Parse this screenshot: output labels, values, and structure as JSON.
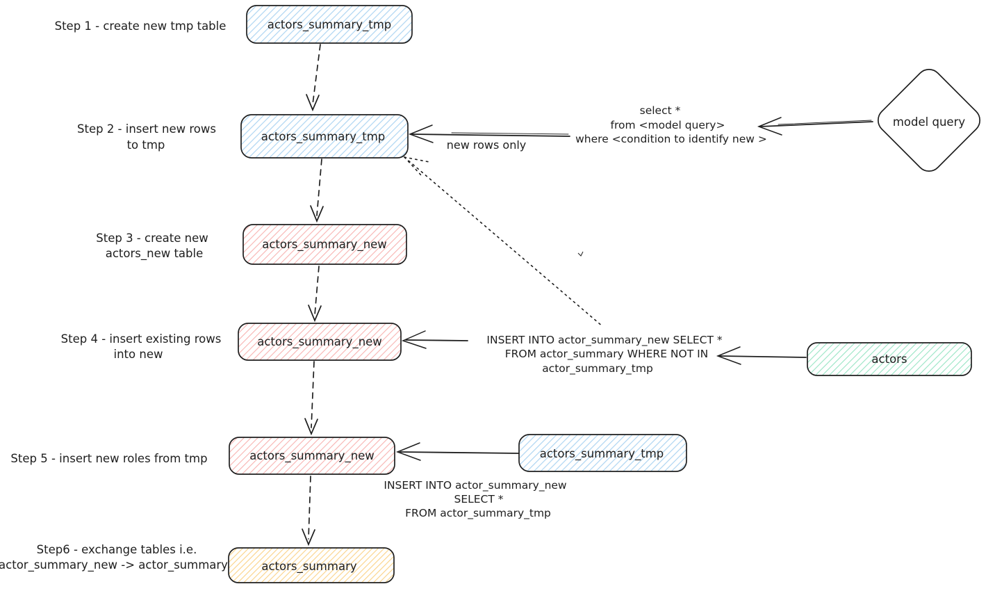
{
  "colors": {
    "stroke": "#1e1e1e",
    "blue_hatch": "#aed5f2",
    "pink_hatch": "#f8b3b1",
    "green_hatch": "#98e5c4",
    "yellow_hatch": "#fbd287",
    "background": "#ffffff"
  },
  "steps": [
    {
      "label_lines": [
        "Step 1 - create new tmp table"
      ],
      "node": "actors_summary_tmp",
      "fill": "blue"
    },
    {
      "label_lines": [
        "Step 2 - insert new rows",
        "to tmp"
      ],
      "node": "actors_summary_tmp",
      "fill": "blue"
    },
    {
      "label_lines": [
        "Step 3 - create new",
        "actors_new table"
      ],
      "node": "actors_summary_new",
      "fill": "pink"
    },
    {
      "label_lines": [
        "Step 4 - insert existing rows",
        "into new"
      ],
      "node": "actors_summary_new",
      "fill": "pink"
    },
    {
      "label_lines": [
        "Step 5 - insert new roles from tmp"
      ],
      "node": "actors_summary_new",
      "fill": "pink"
    },
    {
      "label_lines": [
        "Step6 - exchange tables i.e.",
        "actor_summary_new -> actor_summary"
      ],
      "node": "actors_summary",
      "fill": "yellow"
    }
  ],
  "annotations": {
    "model_query_node": "model query",
    "select_query_lines": [
      "select *",
      "from <model query>",
      "where <condition to identify new >"
    ],
    "new_rows_only": "new rows only",
    "insert_not_in_lines": [
      "INSERT INTO actor_summary_new SELECT *",
      "FROM actor_summary WHERE NOT IN",
      "actor_summary_tmp"
    ],
    "actors_node": "actors",
    "tmp_source_node": "actors_summary_tmp",
    "insert_from_tmp_lines": [
      "INSERT INTO actor_summary_new",
      "SELECT *",
      "FROM actor_summary_tmp"
    ]
  }
}
